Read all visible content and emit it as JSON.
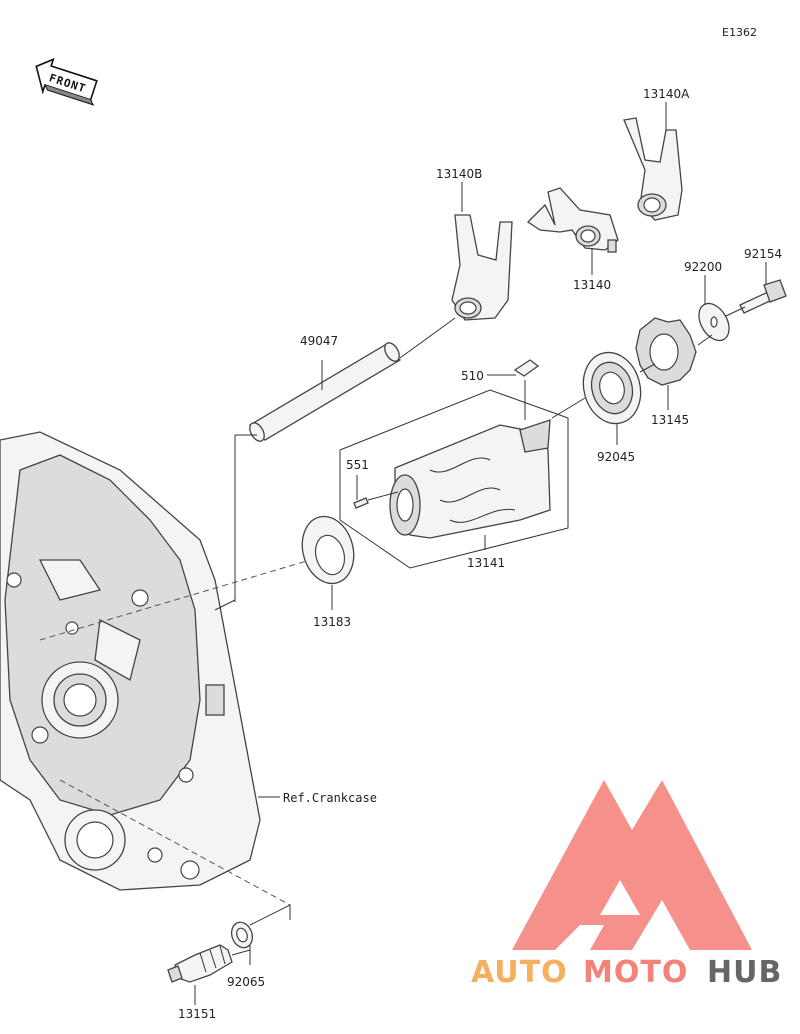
{
  "diagram_code": "E1362",
  "front_label": "FRONT",
  "reference": "Ref.Crankcase",
  "parts": {
    "p13140A": "13140A",
    "p13140B": "13140B",
    "p13140": "13140",
    "p92154": "92154",
    "p92200": "92200",
    "p49047": "49047",
    "p510": "510",
    "p13145": "13145",
    "p92045": "92045",
    "p551": "551",
    "p13141": "13141",
    "p13183": "13183",
    "p13151": "13151",
    "p92065": "92065"
  },
  "watermark": {
    "part1": "AUTO",
    "part2": "MOTO",
    "part3": "HUB",
    "color_main": "#f26b63",
    "color_secondary": "#f5a142",
    "color_dark": "#555555"
  }
}
